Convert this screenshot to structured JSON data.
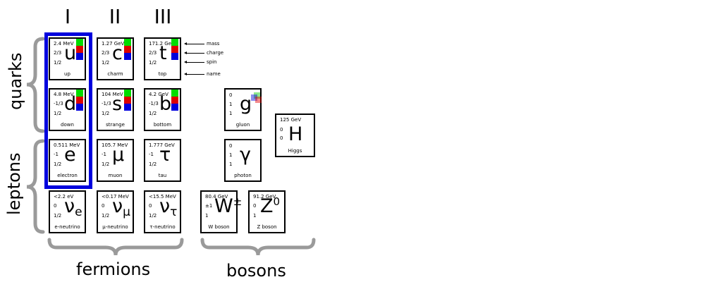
{
  "generations": [
    "I",
    "II",
    "III"
  ],
  "labels": {
    "quarks": "quarks",
    "leptons": "leptons",
    "fermions": "fermions",
    "bosons": "bosons"
  },
  "legend": {
    "mass": "mass",
    "charge": "charge",
    "spin": "spin",
    "name": "name"
  },
  "colors": {
    "highlight": "#0000dd",
    "brace": "#9a9a9a",
    "color_charge": [
      "#00dd00",
      "#dd0000",
      "#0000dd"
    ]
  },
  "particles": {
    "up": {
      "mass": "2.4 MeV",
      "charge": "2/3",
      "spin": "1/2",
      "symbol": "u",
      "name": "up"
    },
    "charm": {
      "mass": "1.27 GeV",
      "charge": "2/3",
      "spin": "1/2",
      "symbol": "c",
      "name": "charm"
    },
    "top": {
      "mass": "171.2 GeV",
      "charge": "2/3",
      "spin": "1/2",
      "symbol": "t",
      "name": "top"
    },
    "down": {
      "mass": "4.8 MeV",
      "charge": "-1/3",
      "spin": "1/2",
      "symbol": "d",
      "name": "down"
    },
    "strange": {
      "mass": "104 MeV",
      "charge": "-1/3",
      "spin": "1/2",
      "symbol": "s",
      "name": "strange"
    },
    "bottom": {
      "mass": "4.2 GeV",
      "charge": "-1/3",
      "spin": "1/2",
      "symbol": "b",
      "name": "bottom"
    },
    "electron": {
      "mass": "0.511 MeV",
      "charge": "-1",
      "spin": "1/2",
      "symbol": "e",
      "name": "electron"
    },
    "muon": {
      "mass": "105.7 MeV",
      "charge": "-1",
      "spin": "1/2",
      "symbol": "μ",
      "name": "muon"
    },
    "tau": {
      "mass": "1.777 GeV",
      "charge": "-1",
      "spin": "1/2",
      "symbol": "τ",
      "name": "tau"
    },
    "e_neutrino": {
      "mass": "<2.2 eV",
      "charge": "0",
      "spin": "1/2",
      "symbol": "ν",
      "sub": "e",
      "name": "e-neutrino"
    },
    "mu_neutrino": {
      "mass": "<0.17 MeV",
      "charge": "0",
      "spin": "1/2",
      "symbol": "ν",
      "sub": "μ",
      "name": "μ-neutrino"
    },
    "tau_neutrino": {
      "mass": "<15.5 MeV",
      "charge": "0",
      "spin": "1/2",
      "symbol": "ν",
      "sub": "τ",
      "name": "τ-neutrino"
    },
    "gluon": {
      "mass": "",
      "charge": "0",
      "spin": "1",
      "symbol": "g",
      "name": "gluon"
    },
    "photon": {
      "mass": "",
      "charge": "0",
      "spin": "1",
      "symbol": "γ",
      "name": "photon"
    },
    "higgs": {
      "mass": "125 GeV",
      "charge": "0",
      "spin": "0",
      "symbol": "H",
      "name": "Higgs"
    },
    "w_boson": {
      "mass": "80.4 GeV",
      "charge": "±1",
      "spin": "1",
      "symbol": "W",
      "sup": "±",
      "name": "W boson"
    },
    "z_boson": {
      "mass": "91.2 GeV",
      "charge": "0",
      "spin": "1",
      "symbol": "Z",
      "sup": "0",
      "name": "Z boson"
    }
  }
}
